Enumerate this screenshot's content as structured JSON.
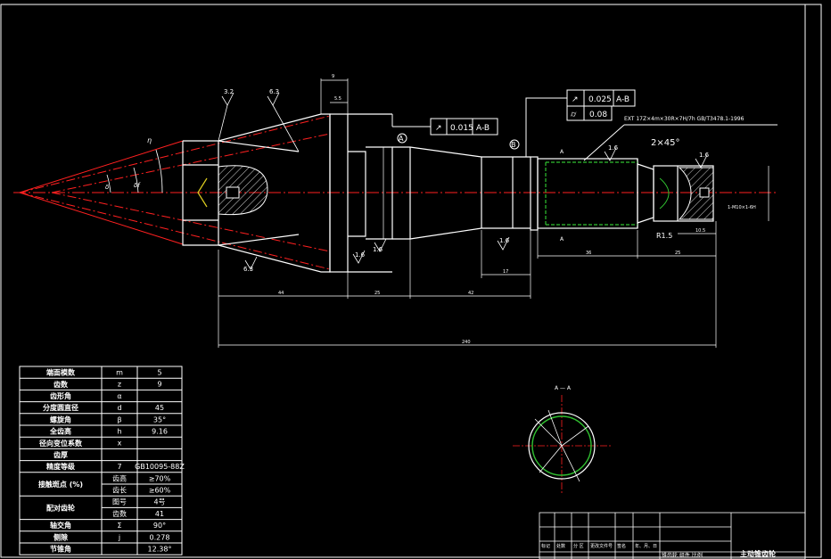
{
  "drawing": {
    "colors": {
      "background": "#000000",
      "outline": "#ffffff",
      "centerline": "#ff2020",
      "hatch": "#ffffff",
      "thread": "#30c030",
      "highlight": "#e0d020"
    },
    "roughness_marks": [
      "3.2",
      "6.3",
      "6.3",
      "1.6",
      "1.6",
      "1.6",
      "1.6",
      "1.6"
    ],
    "datums": [
      "A",
      "B"
    ],
    "gdt": [
      {
        "symbol": "circular-runout",
        "value": "0.015",
        "datum": "A-B"
      },
      {
        "symbol": "circular-runout",
        "value": "0.025",
        "datum": "A-B"
      },
      {
        "symbol": "cylindricity",
        "value": "0.08",
        "datum": ""
      }
    ],
    "notes": {
      "spline_spec": "EXT 17Z×4m×30R×7H/7h GB/T3478.1-1996",
      "chamfer": "2×45°",
      "radius": "R1.5",
      "section_label": "A",
      "section_title": "A — A",
      "small_thread": "1-M10×1-6H"
    },
    "dimensions": {
      "top_9": "9",
      "top_55": "5.5",
      "d44": "44",
      "d25a": "25",
      "d42": "42",
      "d17": "17",
      "d36": "36",
      "d25b": "25",
      "d103": "10.5",
      "total": "240",
      "angle_1": "η",
      "angle_2": "δ",
      "angle_3": "δf"
    }
  },
  "param_table": {
    "rows": [
      {
        "label": "端面模数",
        "sym": "m",
        "value": "5"
      },
      {
        "label": "齿数",
        "sym": "z",
        "value": "9"
      },
      {
        "label": "齿形角",
        "sym": "α",
        "value": ""
      },
      {
        "label": "分度圆直径",
        "sym": "d",
        "value": "45"
      },
      {
        "label": "螺旋角",
        "sym": "β",
        "value": "35°"
      },
      {
        "label": "全齿高",
        "sym": "h",
        "value": "9.16"
      },
      {
        "label": "径向变位系数",
        "sym": "x",
        "value": ""
      },
      {
        "label": "齿厚",
        "sym": "",
        "value": ""
      },
      {
        "label": "精度等级",
        "sym": "7",
        "value": "GB10095-88Z"
      },
      {
        "label": "接触斑点 (%)",
        "sym": "齿高",
        "value": "≥70%",
        "sub": {
          "sym": "齿长",
          "value": "≥60%"
        }
      },
      {
        "label": "配对齿轮",
        "sym": "图号",
        "value": "4号",
        "sub": {
          "sym": "齿数",
          "value": "41"
        }
      },
      {
        "label": "轴交角",
        "sym": "Σ",
        "value": "90°"
      },
      {
        "label": "侧隙",
        "sym": "j",
        "value": "0.278"
      },
      {
        "label": "节锥角",
        "sym": "",
        "value": "12.38°"
      }
    ]
  },
  "title_block": {
    "header": [
      "标记",
      "处数",
      "分 区",
      "更改文件号",
      "签名",
      "年、月、日"
    ],
    "title": "主动锥齿轮",
    "subtitle": "锥齿轮 组件 比例"
  }
}
